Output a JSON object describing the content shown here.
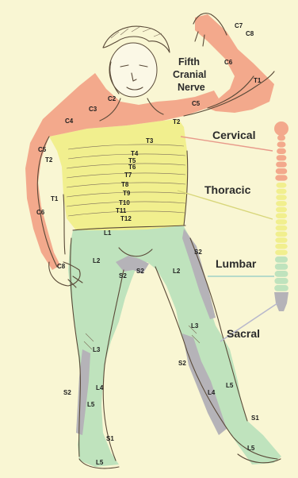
{
  "colors": {
    "background": "#f9f6d3",
    "cervical": "#f3a98c",
    "thoracic": "#f1ef8e",
    "lumbar": "#bfe3bd",
    "sacral": "#b5b3b8",
    "leader_cervical": "#e89a8a",
    "leader_thoracic": "#d8d67a",
    "leader_lumbar": "#9fd0c8",
    "leader_sacral": "#b8b8cc"
  },
  "figure": {
    "fifth_nerve_label": [
      "Fifth",
      "Cranial",
      "Nerve"
    ],
    "dermatome_labels": {
      "c7": "C7",
      "c8_arm": "C8",
      "c6_arm": "C6",
      "t1_arm": "T1",
      "c5_right": "C5",
      "c2": "C2",
      "c3": "C3",
      "c4": "C4",
      "c5_left": "C5",
      "t2_left": "T2",
      "t2_right": "T2",
      "t3": "T3",
      "t4": "T4",
      "t5": "T5",
      "t6": "T6",
      "t7": "T7",
      "t8": "T8",
      "t9": "T9",
      "t10": "T10",
      "t11": "T11",
      "t12": "T12",
      "t1_left": "T1",
      "c6_left": "C6",
      "c8_hand": "C8",
      "l1": "L1",
      "l2_left": "L2",
      "s2_groin_l": "S2",
      "s2_groin_r": "S2",
      "l2_right": "L2",
      "s2_right_thigh": "S2",
      "l3_left": "L3",
      "l3_right": "L3",
      "s2_left_leg": "S2",
      "l4_left": "L4",
      "l5_left": "L5",
      "s2_right_leg": "S2",
      "l4_right": "L4",
      "l5_right_shin": "L5",
      "s1_left": "S1",
      "s1_right": "S1",
      "l5_left_foot": "L5",
      "l5_right_foot": "L5"
    }
  },
  "spine": {
    "cervical_label": "Cervical",
    "thoracic_label": "Thoracic",
    "lumbar_label": "Lumbar",
    "sacral_label": "Sacral"
  }
}
